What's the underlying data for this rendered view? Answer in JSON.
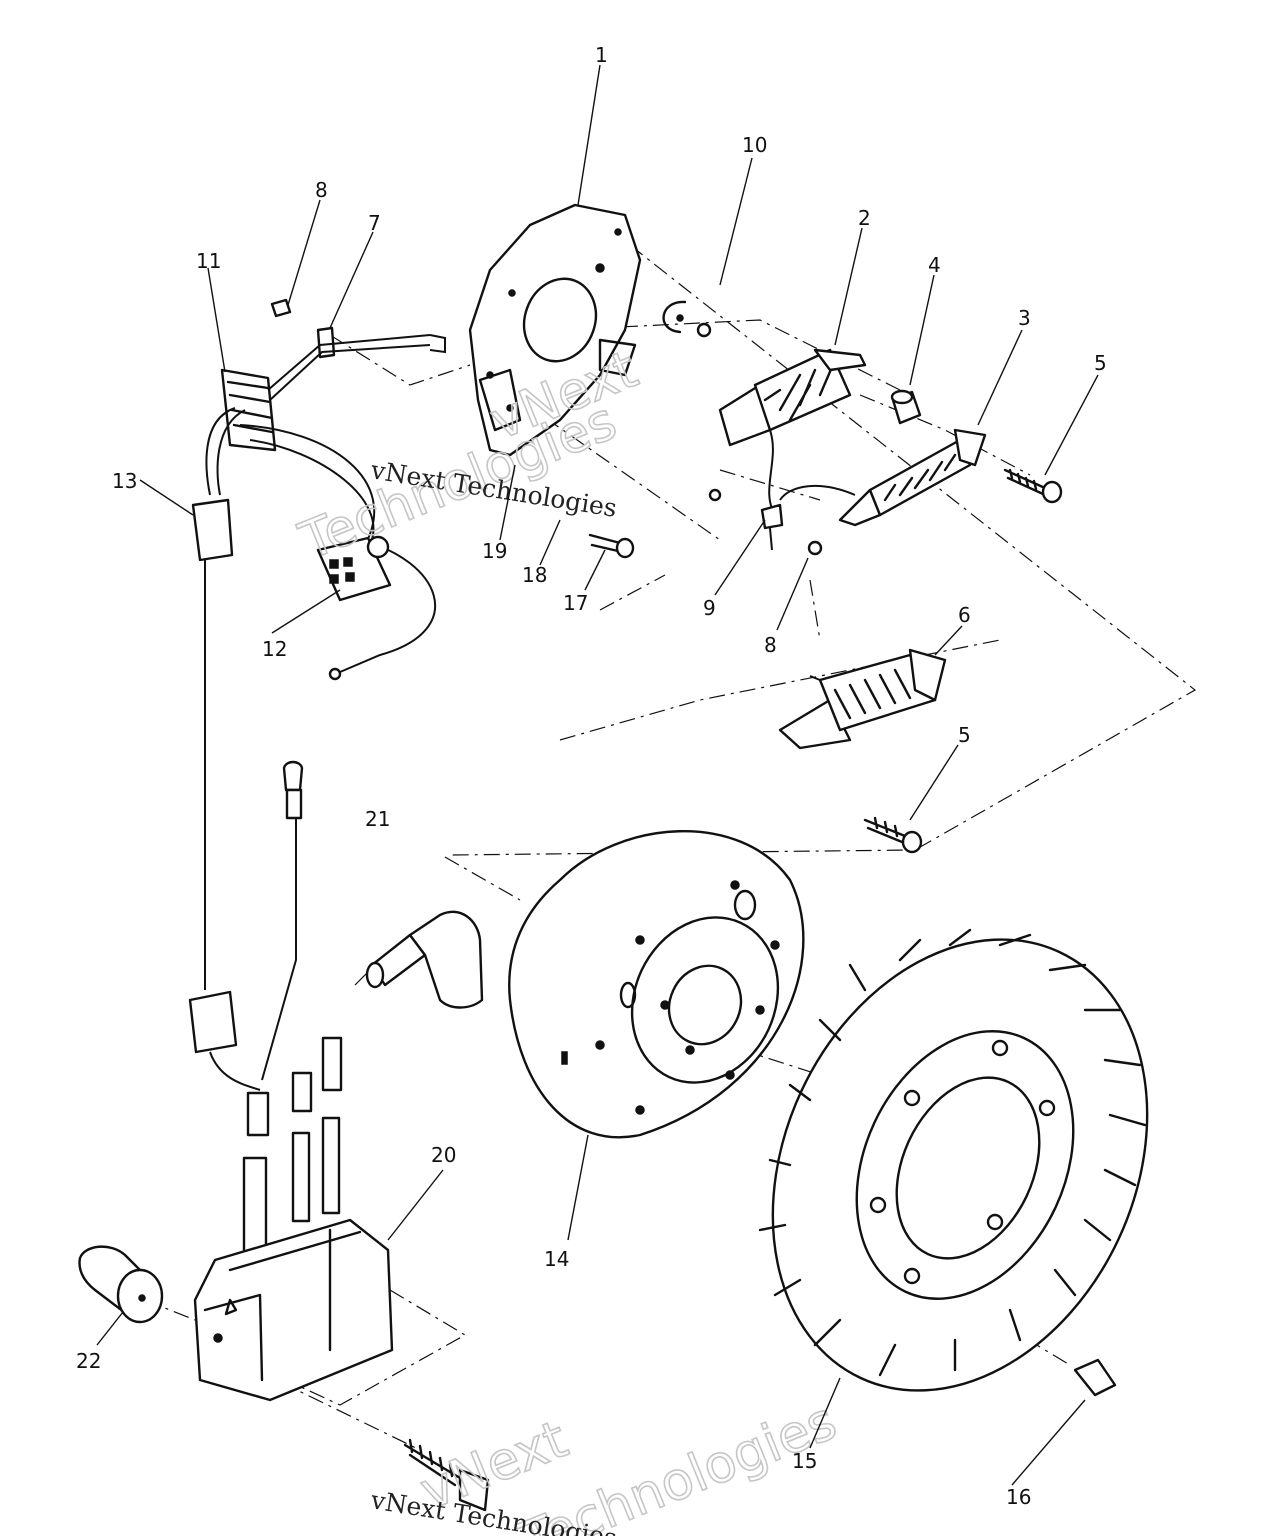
{
  "callouts": [
    {
      "label": "1"
    },
    {
      "label": "10"
    },
    {
      "label": "2"
    },
    {
      "label": "4"
    },
    {
      "label": "3"
    },
    {
      "label": "5"
    },
    {
      "label": "8"
    },
    {
      "label": "7"
    },
    {
      "label": "11"
    },
    {
      "label": "13"
    },
    {
      "label": "19"
    },
    {
      "label": "18"
    },
    {
      "label": "17"
    },
    {
      "label": "9"
    },
    {
      "label": "8"
    },
    {
      "label": "12"
    },
    {
      "label": "6"
    },
    {
      "label": "5"
    },
    {
      "label": "21"
    },
    {
      "label": "20"
    },
    {
      "label": "14"
    },
    {
      "label": "22"
    },
    {
      "label": "15"
    },
    {
      "label": "16"
    }
  ],
  "watermark": {
    "small_text": "vNext Technologies",
    "big_line1": "vNext",
    "big_line2": "Technologies"
  }
}
